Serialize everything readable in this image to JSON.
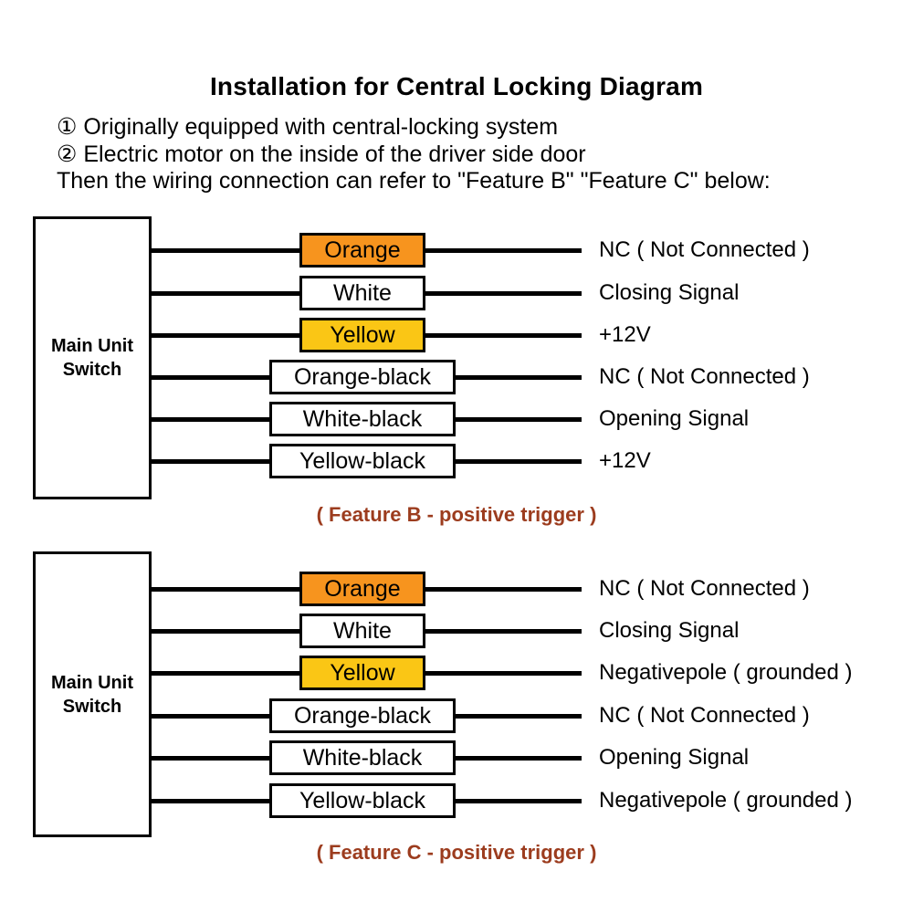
{
  "page": {
    "title": "Installation for Central Locking Diagram",
    "instructions": [
      "① Originally equipped with central-locking system",
      "② Electric motor on the inside of the driver side door",
      "Then the wiring connection can refer to \"Feature B\" \"Feature C\" below:"
    ]
  },
  "colors": {
    "orange": "#F7941E",
    "yellow": "#FAC615",
    "caption": "#9C3C1E",
    "wire": "#000000"
  },
  "diagrams": [
    {
      "source": {
        "line1": "Main Unit",
        "line2": "Switch"
      },
      "caption": "( Feature B - positive trigger )",
      "rows": [
        {
          "wire": "Orange",
          "signal": "NC ( Not Connected )"
        },
        {
          "wire": "White",
          "signal": "Closing Signal"
        },
        {
          "wire": "Yellow",
          "signal": "+12V"
        },
        {
          "wire": "Orange-black",
          "signal": "NC ( Not Connected )"
        },
        {
          "wire": "White-black",
          "signal": "Opening Signal"
        },
        {
          "wire": "Yellow-black",
          "signal": "+12V"
        }
      ]
    },
    {
      "source": {
        "line1": "Main Unit",
        "line2": "Switch"
      },
      "caption": "( Feature C - positive trigger )",
      "rows": [
        {
          "wire": "Orange",
          "signal": "NC ( Not Connected )"
        },
        {
          "wire": "White",
          "signal": "Closing Signal"
        },
        {
          "wire": "Yellow",
          "signal": "Negativepole ( grounded )"
        },
        {
          "wire": "Orange-black",
          "signal": "NC ( Not Connected )"
        },
        {
          "wire": "White-black",
          "signal": "Opening Signal"
        },
        {
          "wire": "Yellow-black",
          "signal": "Negativepole ( grounded )"
        }
      ]
    }
  ]
}
